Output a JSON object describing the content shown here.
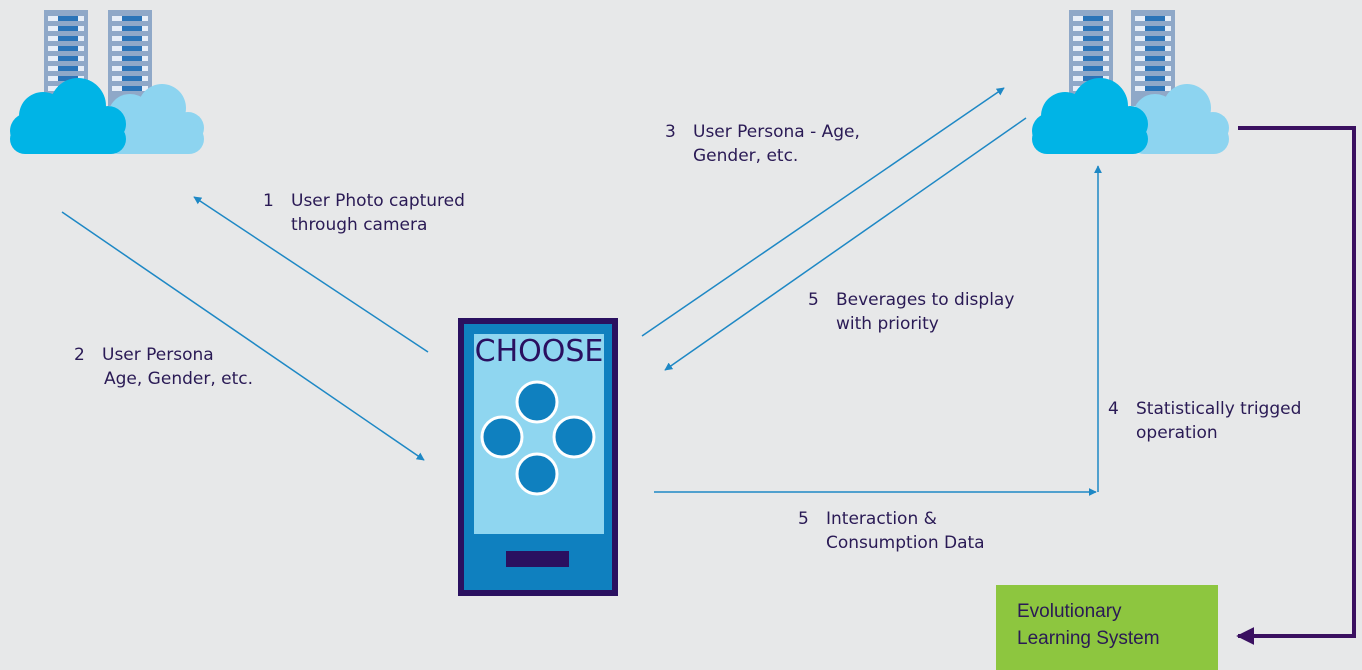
{
  "diagram": {
    "labels": {
      "step1": {
        "num": "1",
        "line1": "User Photo captured",
        "line2": "through camera"
      },
      "step2": {
        "num": "2",
        "line1": "User Persona",
        "line2": "Age, Gender, etc."
      },
      "step3": {
        "num": "3",
        "line1": "User Persona - Age,",
        "line2": "Gender, etc."
      },
      "step5a": {
        "num": "5",
        "line1": "Beverages to display",
        "line2": "with priority"
      },
      "step4": {
        "num": "4",
        "line1": "Statistically trigged",
        "line2": "operation"
      },
      "step5b": {
        "num": "5",
        "line1": "Interaction &",
        "line2": "Consumption Data"
      }
    },
    "device": {
      "screen_title": "CHOOSE"
    },
    "learning_system": {
      "line1": "Evolutionary",
      "line2": "Learning System"
    },
    "colors": {
      "background": "#e7e8e9",
      "arrow_blue": "#1e88c5",
      "feedback_purple": "#3a1060",
      "device_body": "#0f80bf",
      "device_screen": "#8fd6f0",
      "cloud_dark": "#00b4e6",
      "cloud_light": "#8dd4f0",
      "server": "#8fa8c8",
      "learning_box": "#8dc63f",
      "text": "#2a1a55"
    },
    "icons": [
      "server-rack-icon",
      "cloud-icon",
      "vending-machine-icon"
    ]
  }
}
